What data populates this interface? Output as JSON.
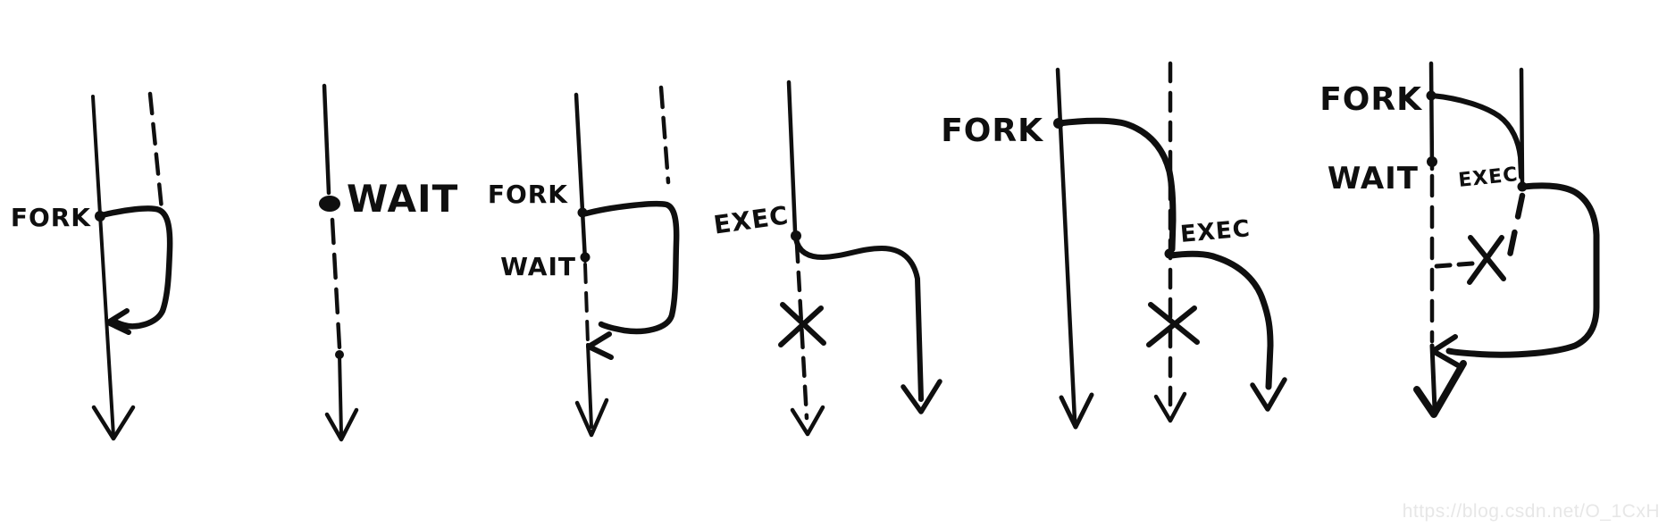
{
  "canvas": {
    "background": "#ffffff",
    "ink": "#0f0f0f"
  },
  "watermark": {
    "text": "https://blog.csdn.net/O_1CxH",
    "color": "#e7e7e7"
  },
  "diagrams": [
    {
      "labels": {
        "fork": "FORK"
      }
    },
    {
      "labels": {
        "wait": "WAIT"
      }
    },
    {
      "labels": {
        "fork": "FORK",
        "wait": "WAIT"
      }
    },
    {
      "labels": {
        "exec": "EXEC"
      }
    },
    {
      "labels": {
        "fork": "FORK",
        "exec": "EXEC"
      }
    },
    {
      "labels": {
        "fork": "FORK",
        "wait": "WAIT",
        "exec": "EXEC"
      }
    }
  ]
}
